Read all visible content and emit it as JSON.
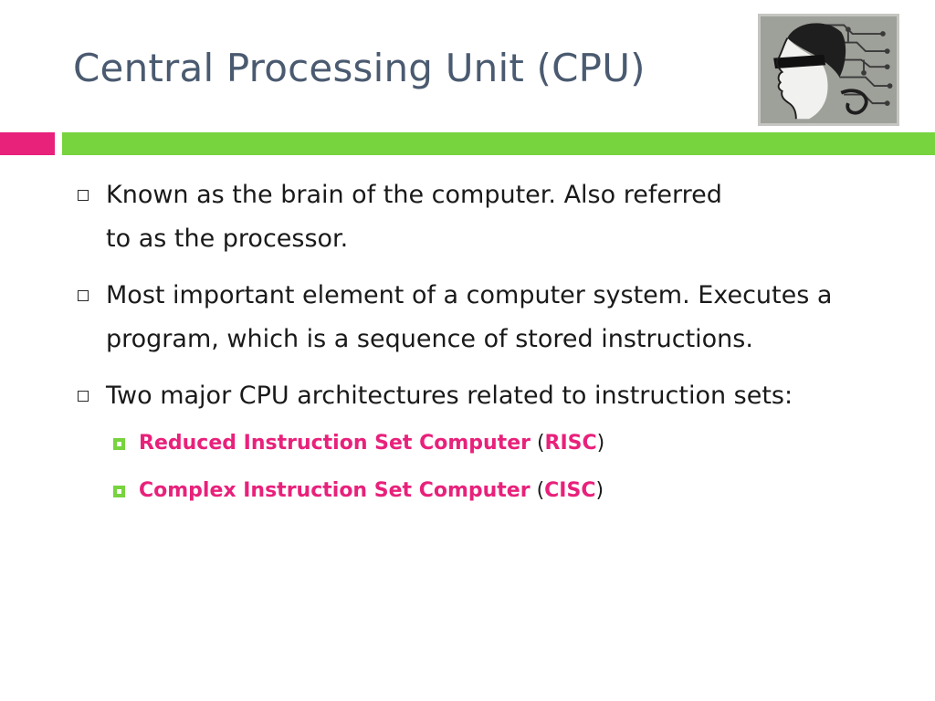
{
  "slide": {
    "title": "Central Processing Unit (CPU)",
    "bullets": [
      {
        "text": "Known as the brain of the computer. Also referred to as the processor."
      },
      {
        "text": "Most important element of a computer system. Executes a program, which is a sequence of stored instructions."
      },
      {
        "text": "Two major CPU architectures related to instruction sets:"
      }
    ],
    "sub_bullets": [
      {
        "name": "Reduced Instruction Set Computer",
        "open": " (",
        "abbr": "RISC",
        "close": ")"
      },
      {
        "name": "Complex Instruction Set Computer",
        "open": " (",
        "abbr": "CISC",
        "close": ")"
      }
    ]
  },
  "logo": {
    "icon": "cyber-head-icon"
  },
  "colors": {
    "title": "#4a5a70",
    "accent_pink": "#e8217b",
    "accent_green": "#77d33e",
    "logo_bg": "#9ea09a"
  }
}
